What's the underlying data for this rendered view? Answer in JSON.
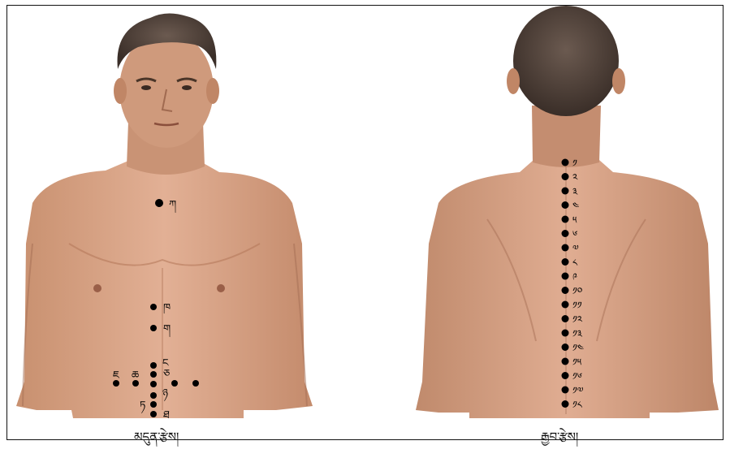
{
  "front": {
    "caption": "མདུན་རྩེས།",
    "points": [
      {
        "label": "ཀ"
      },
      {
        "label": "ཁ"
      },
      {
        "label": "ག"
      },
      {
        "label": "ང"
      },
      {
        "label": "ཅ"
      },
      {
        "label": "ཆ"
      },
      {
        "label": "ཇ"
      },
      {
        "label": "ཉ"
      },
      {
        "label": "ཏ"
      },
      {
        "label": "ཐ"
      }
    ]
  },
  "back": {
    "caption": "རྒྱབ་རྩེས།",
    "labels": [
      "༡",
      "༢",
      "༣",
      "༤",
      "༥",
      "༦",
      "༧",
      "༨",
      "༩",
      "༡༠",
      "༡༡",
      "༡༢",
      "༡༣",
      "༡༤",
      "༡༥",
      "༡༦",
      "༡༧",
      "༡༨"
    ]
  },
  "colors": {
    "skin": "#d9a58a",
    "skin_shadow": "#b57f64",
    "hair": "#4a3b33",
    "dot": "#000000"
  }
}
